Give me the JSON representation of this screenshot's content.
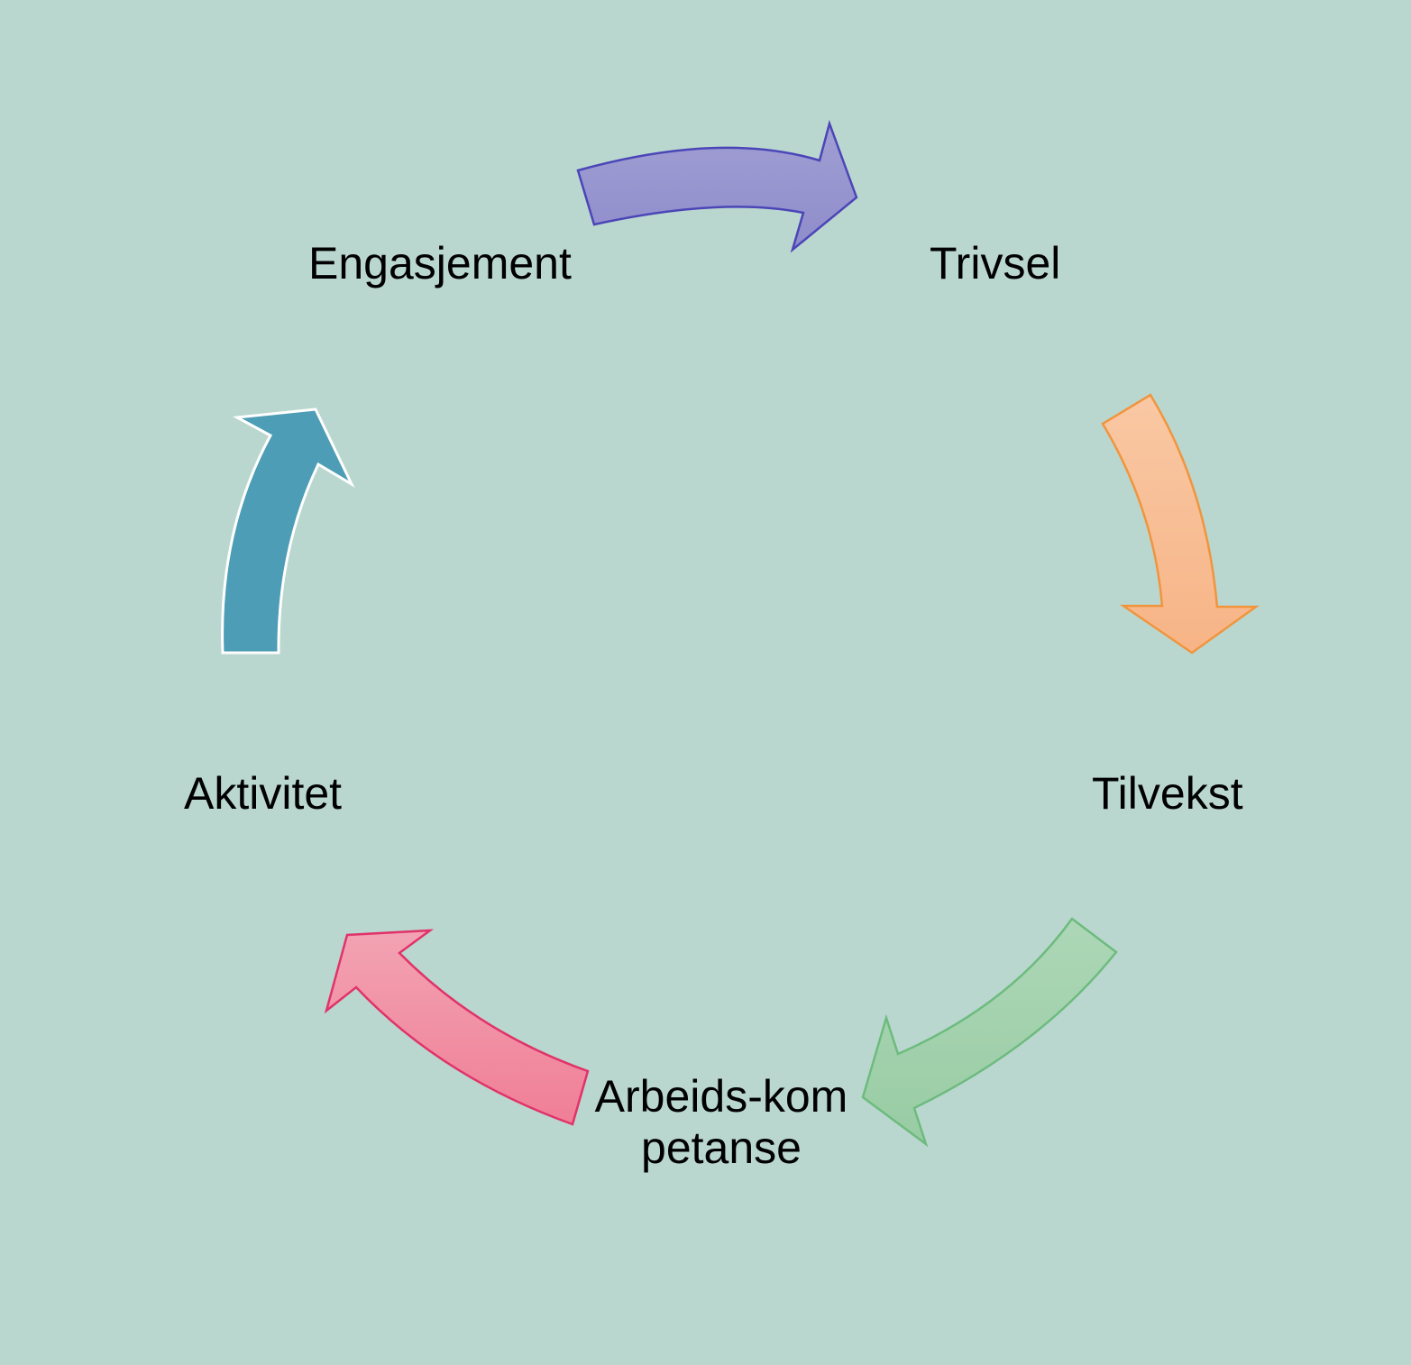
{
  "diagram": {
    "type": "cycle",
    "background": "#bad7cf",
    "nodes": [
      {
        "id": "engasjement",
        "label": "Engasjement"
      },
      {
        "id": "trivsel",
        "label": "Trivsel"
      },
      {
        "id": "tilvekst",
        "label": "Tilvekst"
      },
      {
        "id": "arbeidskompetanse",
        "label_line1": "Arbeids-kom",
        "label_line2": "petanse"
      },
      {
        "id": "aktivitet",
        "label": "Aktivitet"
      }
    ],
    "edges": [
      {
        "from": "engasjement",
        "to": "trivsel",
        "fill_top": "#a09fd3",
        "fill_bottom": "#8f8ccb",
        "stroke": "#4b45b8"
      },
      {
        "from": "trivsel",
        "to": "tilvekst",
        "fill_top": "#f9c8a4",
        "fill_bottom": "#f7b486",
        "stroke": "#f0953e"
      },
      {
        "from": "tilvekst",
        "to": "arbeidskompetanse",
        "fill_top": "#add7b7",
        "fill_bottom": "#98cca3",
        "stroke": "#6dbb7e"
      },
      {
        "from": "arbeidskompetanse",
        "to": "aktivitet",
        "fill_top": "#f2a3b3",
        "fill_bottom": "#f07e96",
        "stroke": "#e0336a"
      },
      {
        "from": "aktivitet",
        "to": "engasjement",
        "fill_top": "#4c9db5",
        "fill_bottom": "#4c9db5",
        "stroke": "#ffffff"
      }
    ]
  }
}
